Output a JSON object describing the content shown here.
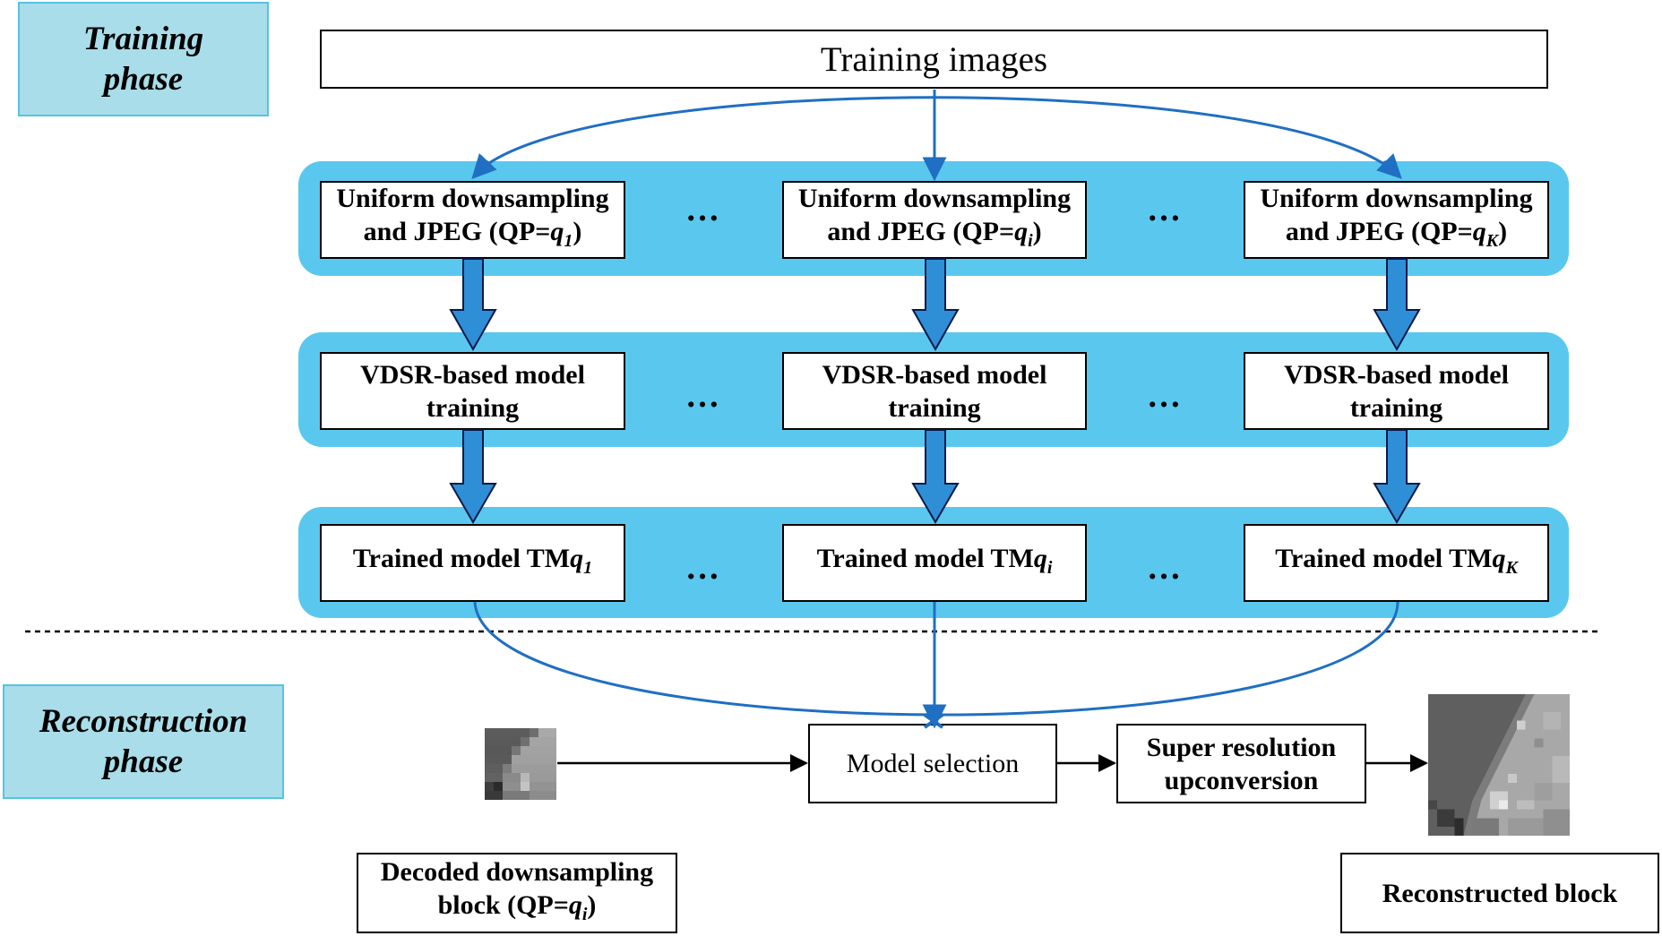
{
  "phases": {
    "training_line1": "Training",
    "training_line2": "phase",
    "reconstruction_line1": "Reconstruction",
    "reconstruction_line2": "phase"
  },
  "training_images": "Training images",
  "ellipsis": "…",
  "columns": [
    {
      "down_line1": "Uniform downsampling",
      "down_line2_prefix": "and JPEG (QP=",
      "down_line2_var": "q",
      "down_line2_sub": "1",
      "down_line2_suffix": ")",
      "vdsr_line1": "VDSR-based model",
      "vdsr_line2": "training",
      "trained_prefix": "Trained model  TM",
      "trained_var": "q",
      "trained_sub": "1"
    },
    {
      "down_line1": "Uniform downsampling",
      "down_line2_prefix": "and JPEG (QP=",
      "down_line2_var": "q",
      "down_line2_sub": "i",
      "down_line2_suffix": ")",
      "vdsr_line1": "VDSR-based model",
      "vdsr_line2": "training",
      "trained_prefix": "Trained model  TM",
      "trained_var": "q",
      "trained_sub": "i"
    },
    {
      "down_line1": "Uniform downsampling",
      "down_line2_prefix": "and JPEG (QP=",
      "down_line2_var": "q",
      "down_line2_sub": "K",
      "down_line2_suffix": ")",
      "vdsr_line1": "VDSR-based model",
      "vdsr_line2": "training",
      "trained_prefix": "Trained model  TM",
      "trained_var": "q",
      "trained_sub": "K"
    }
  ],
  "reconstruction": {
    "model_selection": "Model selection",
    "super_res_line1": "Super resolution",
    "super_res_line2": "upconversion",
    "decoded_line1": "Decoded downsampling",
    "decoded_line2_prefix": "block (QP=",
    "decoded_line2_var": "q",
    "decoded_line2_sub": "i",
    "decoded_line2_suffix": ")",
    "reconstructed": "Reconstructed  block"
  },
  "colors": {
    "band": "#5ac8ee",
    "phase_fill": "#a8dde9",
    "phase_border": "#55c3e4",
    "arrow_fill": "#2e8fd6",
    "curve": "#1f6fc2"
  }
}
